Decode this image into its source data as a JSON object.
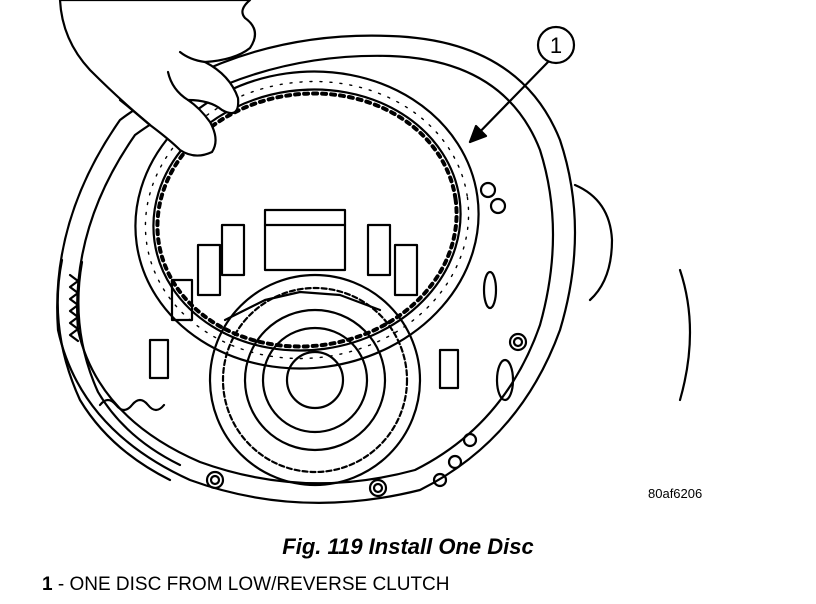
{
  "figure": {
    "callout_number": "1",
    "reference_code": "80af6206",
    "caption": "Fig. 119 Install One Disc",
    "legend": [
      {
        "number": "1",
        "text": "- ONE DISC FROM LOW/REVERSE CLUTCH"
      }
    ]
  }
}
